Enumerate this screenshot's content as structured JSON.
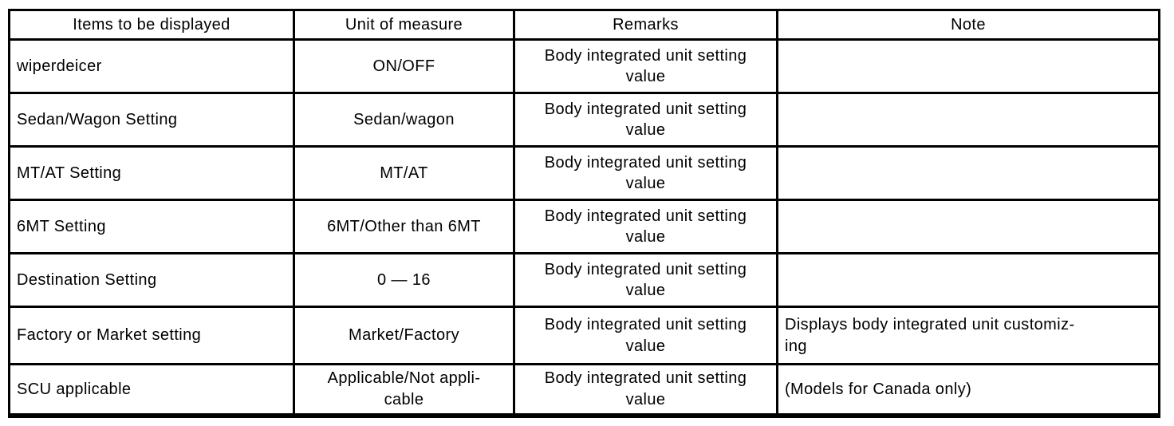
{
  "colors": {
    "background": "#ffffff",
    "border": "#000000",
    "text": "#000000"
  },
  "table": {
    "columns": [
      {
        "label": "Items to be displayed"
      },
      {
        "label": "Unit of measure"
      },
      {
        "label": "Remarks"
      },
      {
        "label": "Note"
      }
    ],
    "rows": [
      {
        "item": "wiperdeicer",
        "unit": "ON/OFF",
        "remarks": "Body integrated unit setting\nvalue",
        "note": ""
      },
      {
        "item": "Sedan/Wagon Setting",
        "unit": "Sedan/wagon",
        "remarks": "Body integrated unit setting\nvalue",
        "note": ""
      },
      {
        "item": "MT/AT Setting",
        "unit": "MT/AT",
        "remarks": "Body integrated unit setting\nvalue",
        "note": ""
      },
      {
        "item": "6MT Setting",
        "unit": "6MT/Other than 6MT",
        "remarks": "Body integrated unit setting\nvalue",
        "note": ""
      },
      {
        "item": "Destination Setting",
        "unit": "0 — 16",
        "remarks": "Body integrated unit setting\nvalue",
        "note": ""
      },
      {
        "item": "Factory or Market setting",
        "unit": "Market/Factory",
        "remarks": "Body integrated unit setting\nvalue",
        "note": "Displays body integrated unit customiz-\ning"
      },
      {
        "item": "SCU applicable",
        "unit": "Applicable/Not appli-\ncable",
        "remarks": "Body integrated unit setting\nvalue",
        "note": "(Models for Canada only)"
      }
    ]
  }
}
